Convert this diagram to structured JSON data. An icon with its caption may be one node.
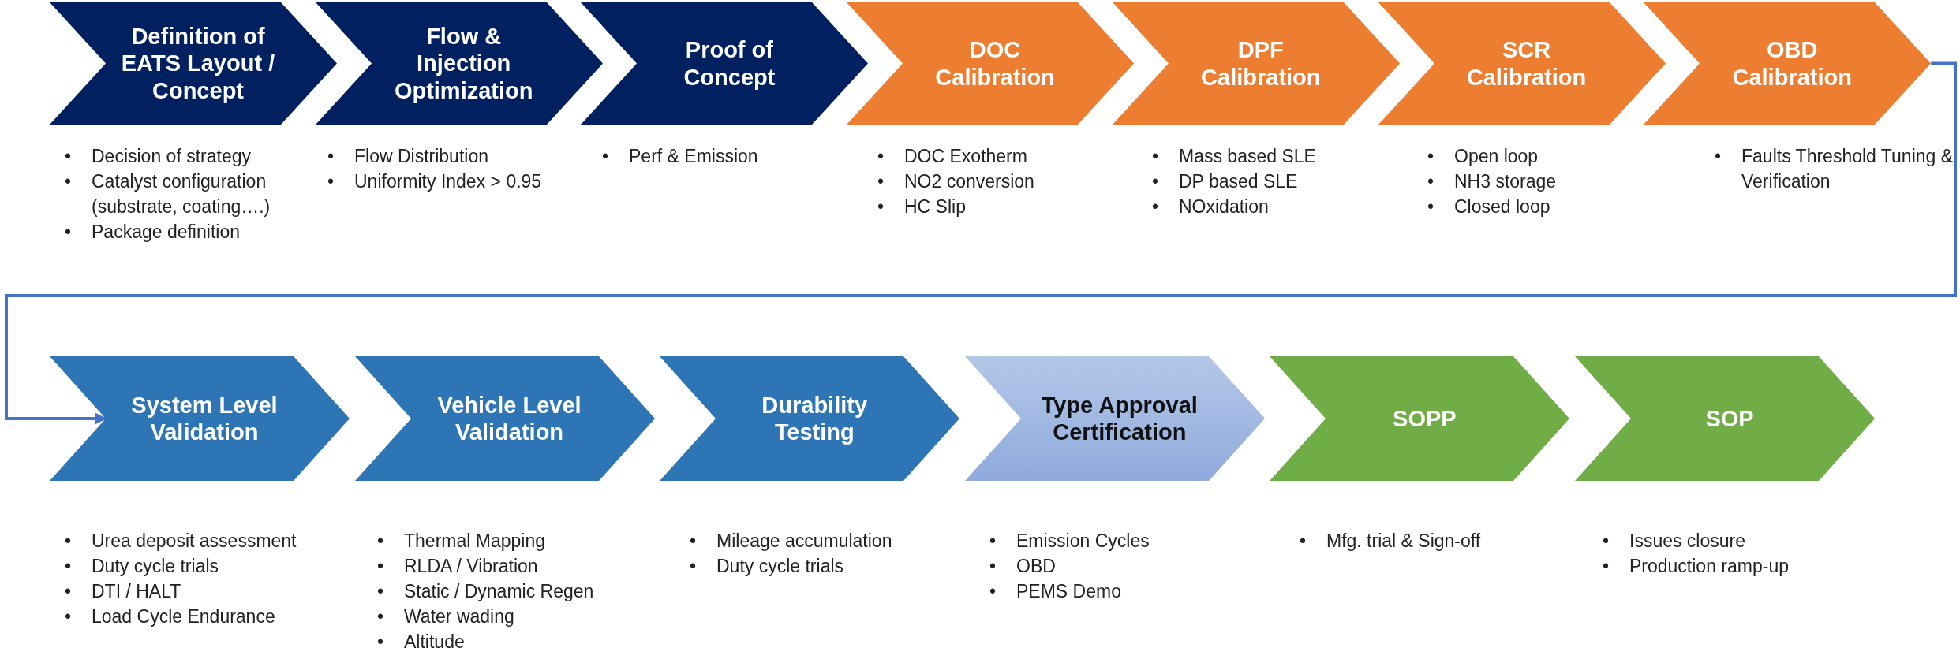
{
  "diagram": {
    "nodes": [
      {
        "text": [
          "Definition of EATS Layout / Concept"
        ],
        "beside": [
          "• Decision of strategy",
          "• Catalyst configuration (substrate, coating….)",
          "• Package definition"
        ]
      },
      {
        "text": [
          "Flow & Injection Optimization"
        ],
        "beside": [
          "• Flow Distribution",
          "• Uniformity Index > 0.95"
        ]
      },
      {
        "text": [
          "Proof of Concept"
        ],
        "beside": [
          "• Perf & Emission"
        ]
      },
      {
        "text": [
          "DOC Calibration"
        ],
        "beside": [
          "• DOC Exotherm",
          "• NO2 conversion",
          "• HC Slip"
        ]
      },
      {
        "text": [
          "DPF Calibration"
        ],
        "beside": [
          "• Mass based SLE",
          "• DP based SLE",
          "• NOxidation"
        ]
      },
      {
        "text": [
          "SCR Calibration"
        ],
        "beside": [
          "• Open loop",
          "• NH3 storage",
          "• Closed loop"
        ]
      },
      {
        "text": [
          "OBD Calibration"
        ],
        "beside": [
          "• Faults Threshold Tuning & Verification"
        ]
      },
      {
        "text": [
          "System Level Validation"
        ],
        "beside": [
          "• Urea deposit assessment",
          "• Duty cycle trials",
          "• DTI / HALT",
          "• Load Cycle Endurance"
        ]
      },
      {
        "text": [
          "Vehicle Level Validation"
        ],
        "beside": [
          "• Thermal Mapping",
          "• RLDA / Vibration",
          "• Static / Dynamic Regen",
          "• Water wading",
          "• Altitude"
        ]
      },
      {
        "text": [
          "Durability Testing"
        ],
        "beside": [
          "• Mileage accumulation",
          "• Duty cycle trials"
        ]
      },
      {
        "text": [
          "Type Approval Certification"
        ],
        "beside": [
          "• Emission Cycles",
          "• OBD",
          "• PEMS Demo"
        ]
      },
      {
        "text": [
          "SOPP"
        ],
        "beside": [
          "• Mfg. trial & Sign-off"
        ]
      },
      {
        "text": [
          "SOP"
        ],
        "beside": [
          "• Issues closure",
          "• Production ramp-up"
        ]
      }
    ],
    "edges": [
      {
        "from": 6,
        "to": 7,
        "arrow": "to"
      }
    ]
  }
}
